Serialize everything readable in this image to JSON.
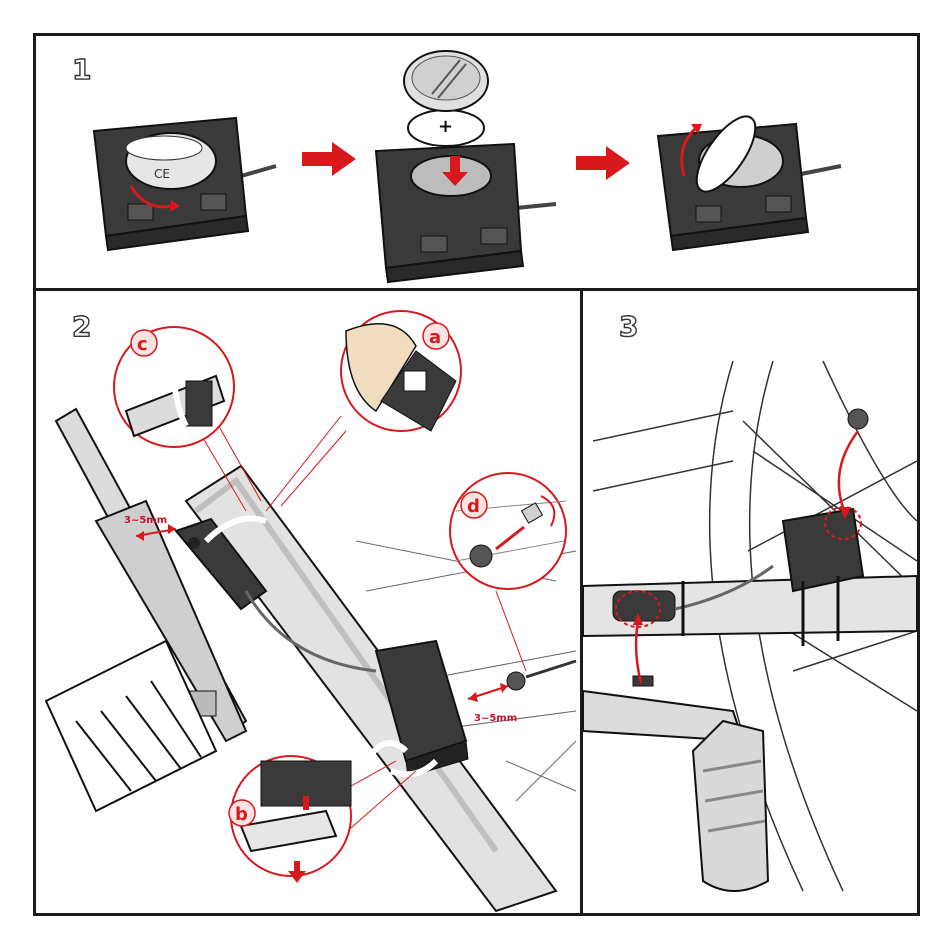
{
  "steps": {
    "step1_number": "1",
    "step2_number": "2",
    "step3_number": "3"
  },
  "battery_labels": {
    "plus_sign": "+",
    "ce_mark": "CE"
  },
  "callouts": {
    "a": "a",
    "b": "b",
    "c": "c",
    "d": "d"
  },
  "dimensions": {
    "sensor_gap": "3~5mm",
    "magnet_gap": "3~5mm"
  },
  "colors": {
    "accent_red": "#d7191c",
    "outline": "#1a1a1a",
    "device_dark": "#3a3a3a",
    "tube_gray": "#d6d6d6"
  },
  "icons": [
    "arrow-right-icon",
    "rotate-arrow-icon",
    "dashed-circle-icon"
  ]
}
